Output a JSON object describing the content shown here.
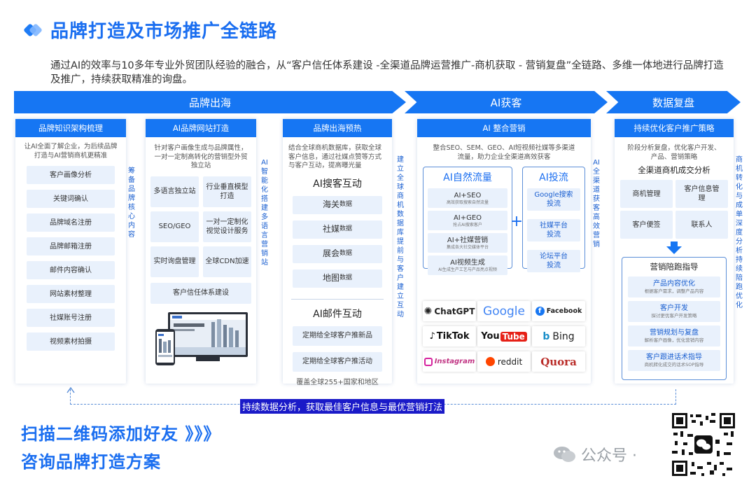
{
  "header": {
    "title": "品牌打造及市场推广全链路",
    "intro": "通过AI的效率与10多年专业外贸团队经验的融合，从“客户信任体系建设 -全渠道品牌运营推广-商机获取 - 营销复盘”全链路、多维一体地进行品牌打造及推广，持续获取精准的询盘。"
  },
  "phases": [
    "品牌出海",
    "AI获客",
    "数据复盘"
  ],
  "col1": {
    "head": "品牌知识架构梳理",
    "sub": "让AI全面了解企业，为后续品牌打造与AI营销商机更精准",
    "items": [
      "客户画像分析",
      "关键词确认",
      "品牌域名注册",
      "品牌邮箱注册",
      "邮件内容确认",
      "网站素材整理",
      "社媒账号注册",
      "视频素材拍摄"
    ]
  },
  "arrow1": "筹备品牌核心内容",
  "col2": {
    "head": "AI品牌网站打造",
    "sub": "针对客户画像生成与品牌属性，一对一定制高转化的营销型外贸独立站",
    "grid": [
      "多语言独立站",
      "行业垂直模型打造",
      "SEO/GEO",
      "一对一定制化视觉设计服务",
      "实时询盘管理",
      "全球CDN加速"
    ],
    "wide": "客户信任体系建设"
  },
  "arrow2": "AI智能化搭建多语言营销站",
  "col3": {
    "head": "品牌出海预热",
    "sub": "结合全球商机数据库，获取全球客户信息，通过社媒点赞等方式与客户互动，提高曝光量",
    "search_head": "AI搜客互动",
    "search_items": [
      {
        "main": "海关",
        "suffix": "数据"
      },
      {
        "main": "社媒",
        "suffix": "数据"
      },
      {
        "main": "展会",
        "suffix": "数据"
      },
      {
        "main": "地图",
        "suffix": "数据"
      }
    ],
    "mail_head": "AI邮件互动",
    "mail_items": [
      "定期给全球客户推新品",
      "定期给全球客户推活动"
    ],
    "footer": "覆盖全球255+国家和地区"
  },
  "arrow3": "建立全球商机数据库  提前与客户建立互动",
  "col4": {
    "head": "AI 整合营销",
    "sub": "整合SEO、SEM、GEO、AI短视频社媒等多渠道流量，助力企业全渠道高效获客",
    "natural_head": "AI自然流量",
    "natural_items": [
      {
        "title": "AI+SEO",
        "desc": "高效获取搜索自然流量"
      },
      {
        "title": "AI+GEO",
        "desc": "抢占AI搜索客户"
      },
      {
        "title": "AI+社媒营销",
        "desc": "集成各大社交媒体平台"
      },
      {
        "title": "AI视频生成",
        "desc": "AI生成生产工艺与产品亮点视频"
      }
    ],
    "plus": "+",
    "paid_head": "AI投流",
    "paid_items": [
      "Google搜索投流",
      "社媒平台投流",
      "论坛平台投流"
    ],
    "brands": [
      "ChatGPT",
      "Google",
      "Facebook",
      "TikTok",
      "YouTube",
      "Bing",
      "Instagram",
      "reddit",
      "Quora"
    ]
  },
  "arrow4": "AI全渠道获客  高效营销",
  "col5": {
    "head": "持续优化客户推广策略",
    "sub": "阶段分析复盘，优化客户开发、产品、营销策略",
    "sub_head": "全渠道商机成交分析",
    "grid": [
      "商机管理",
      "客户信息管理",
      "客户便签",
      "联系人"
    ],
    "guide_head": "营销陪跑指导",
    "guide_items": [
      {
        "title": "产品内容优化",
        "desc": "根据客户需求，调整产品内容"
      },
      {
        "title": "客户开发",
        "desc": "探讨更优客户开发策略"
      },
      {
        "title": "营销规划与复盘",
        "desc": "解析客户画像，优化营销内容"
      },
      {
        "title": "客户跟进话术指导",
        "desc": "商机转化成交的话术SOP指导"
      }
    ]
  },
  "arrow5": "商机转化与成单深度分析  持续陪跑优化",
  "loop_label": "持续数据分析，获取最佳客户信息与最优营销打法",
  "cta": {
    "line1": "扫描二维码添加好友 》》》",
    "line2": "咨询品牌打造方案"
  },
  "wechat_label": "公众号 ·",
  "colors": {
    "primary": "#1676f3",
    "tag_bg": "#e9f1fc",
    "title": "#1a6ef0"
  }
}
